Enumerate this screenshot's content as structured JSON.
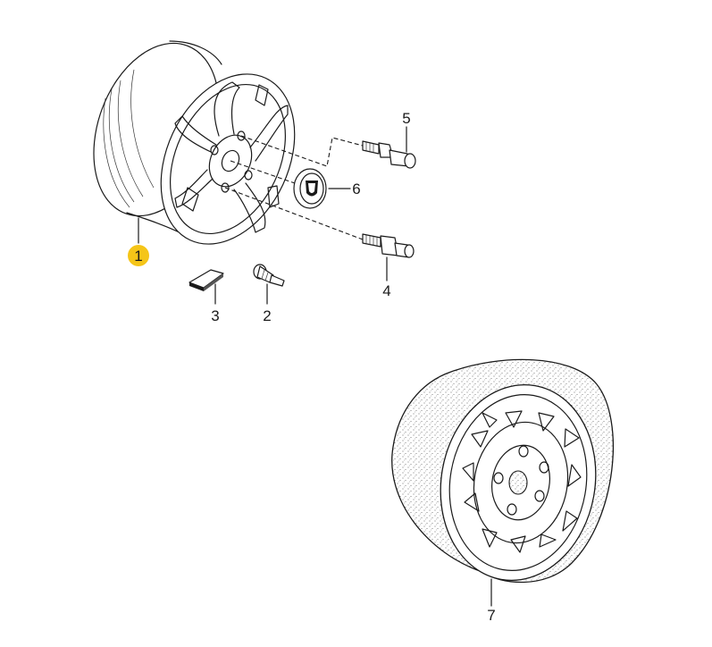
{
  "callouts": [
    {
      "id": "1",
      "text": "1",
      "highlighted": true
    },
    {
      "id": "2",
      "text": "2"
    },
    {
      "id": "3",
      "text": "3"
    },
    {
      "id": "4",
      "text": "4"
    },
    {
      "id": "5",
      "text": "5"
    },
    {
      "id": "6",
      "text": "6"
    },
    {
      "id": "7",
      "text": "7"
    }
  ],
  "colors": {
    "line": "#1a1a1a",
    "highlight": "#f5c518",
    "background": "#ffffff",
    "stipple": "#555555"
  },
  "icons": {
    "hubcap_emblem": "crest-emblem-icon"
  }
}
